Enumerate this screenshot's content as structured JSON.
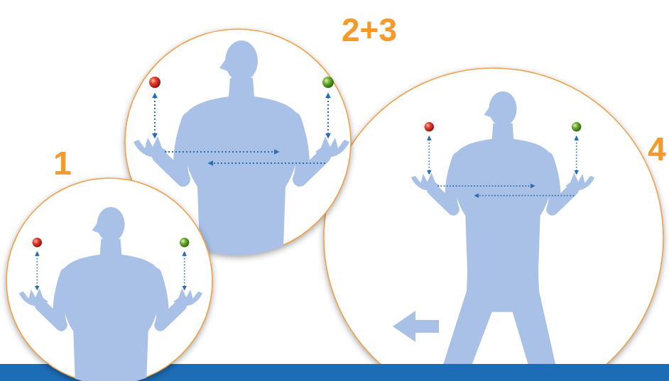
{
  "diagram": {
    "nodes": [
      {
        "text": [
          "1"
        ]
      },
      {
        "text": [
          "2+3"
        ]
      },
      {
        "text": [
          "4"
        ]
      }
    ]
  }
}
